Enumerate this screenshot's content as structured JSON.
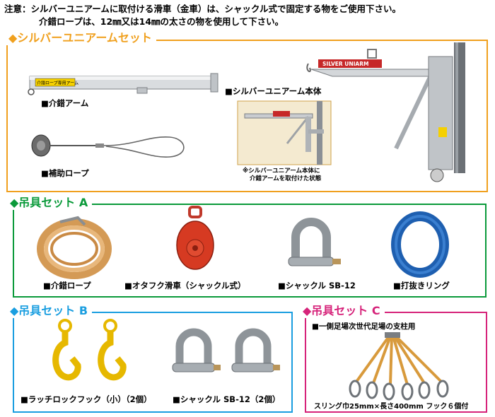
{
  "notice": {
    "line1": "注意：シルバーユニアームに取付ける滑車（金車）は、シャックル式で固定する物をご使用下さい。",
    "line2": "介錯ロープは、12㎜又は14㎜の太さの物を使用して下さい。"
  },
  "sections": {
    "silver": {
      "title": "◆シルバーユニアームセット",
      "color": "#f0a01e",
      "items": {
        "arm": "■介錯アーム",
        "rope": "■補助ロープ",
        "body": "■シルバーユニアーム本体",
        "photo_note_1": "※シルバーユニアーム本体に",
        "photo_note_2": "介錯アームを取付けた状態",
        "arm_sticker": "介錯ロープ専用アーム",
        "body_logo": "SILVER UNIARM"
      }
    },
    "setA": {
      "title": "◆吊具セット A",
      "color": "#0a9a3a",
      "items": [
        "■介錯ロープ",
        "■オタフク滑車（シャックル式）",
        "■シャックル SB-12",
        "■打抜きリング"
      ]
    },
    "setB": {
      "title": "◆吊具セット B",
      "color": "#1a9ee0",
      "items": [
        "■ラッチロックフック（小）（2個）",
        "■シャックル SB-12（2個）"
      ]
    },
    "setC": {
      "title": "◆吊具セット C",
      "color": "#d6237a",
      "items": {
        "subtitle": "■一側足場次世代足場の支柱用",
        "spec": "スリング巾25mm×長さ400mm フック６個付"
      }
    }
  }
}
